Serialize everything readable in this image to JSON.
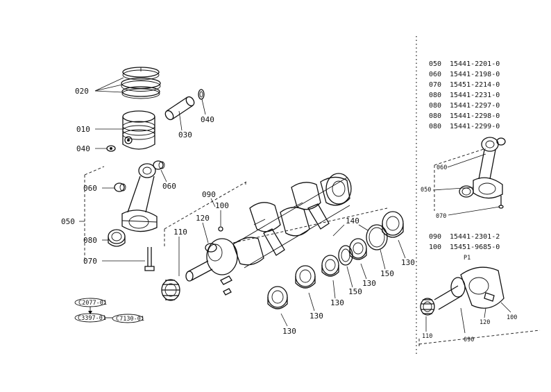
{
  "callouts": {
    "c020": "020",
    "c010": "010",
    "c040a": "040",
    "c040b": "040",
    "c030": "030",
    "c060a": "060",
    "c060b": "060",
    "c050": "050",
    "c080": "080",
    "c070": "070",
    "c090": "090",
    "c100": "100",
    "c110": "110",
    "c120": "120",
    "c140": "140",
    "c130a": "130",
    "c130b": "130",
    "c130c": "130",
    "c130d": "130",
    "c130e": "130",
    "c150a": "150",
    "c150b": "150"
  },
  "flow_tags": {
    "top": "C2077-01",
    "middle": "C3397-01",
    "right": "C7130-01"
  },
  "parts_list": [
    {
      "ref": "050",
      "part_no": "15441-2201-0"
    },
    {
      "ref": "060",
      "part_no": "15441-2198-0"
    },
    {
      "ref": "070",
      "part_no": "15451-2214-0"
    },
    {
      "ref": "080",
      "part_no": "15441-2231-0"
    },
    {
      "ref": "080",
      "part_no": "15441-2297-0"
    },
    {
      "ref": "080",
      "part_no": "15441-2298-0"
    },
    {
      "ref": "080",
      "part_no": "15441-2299-0"
    }
  ],
  "parts_list_2": [
    {
      "ref": "090",
      "part_no": "15441-2301-2"
    },
    {
      "ref": "100",
      "part_no": "15451-9685-0"
    }
  ],
  "inset_rod": {
    "c060": "060",
    "c050": "050",
    "c070": "070"
  },
  "inset_crank": {
    "c110": "110",
    "c120": "120",
    "c100": "100",
    "c090": "090"
  }
}
